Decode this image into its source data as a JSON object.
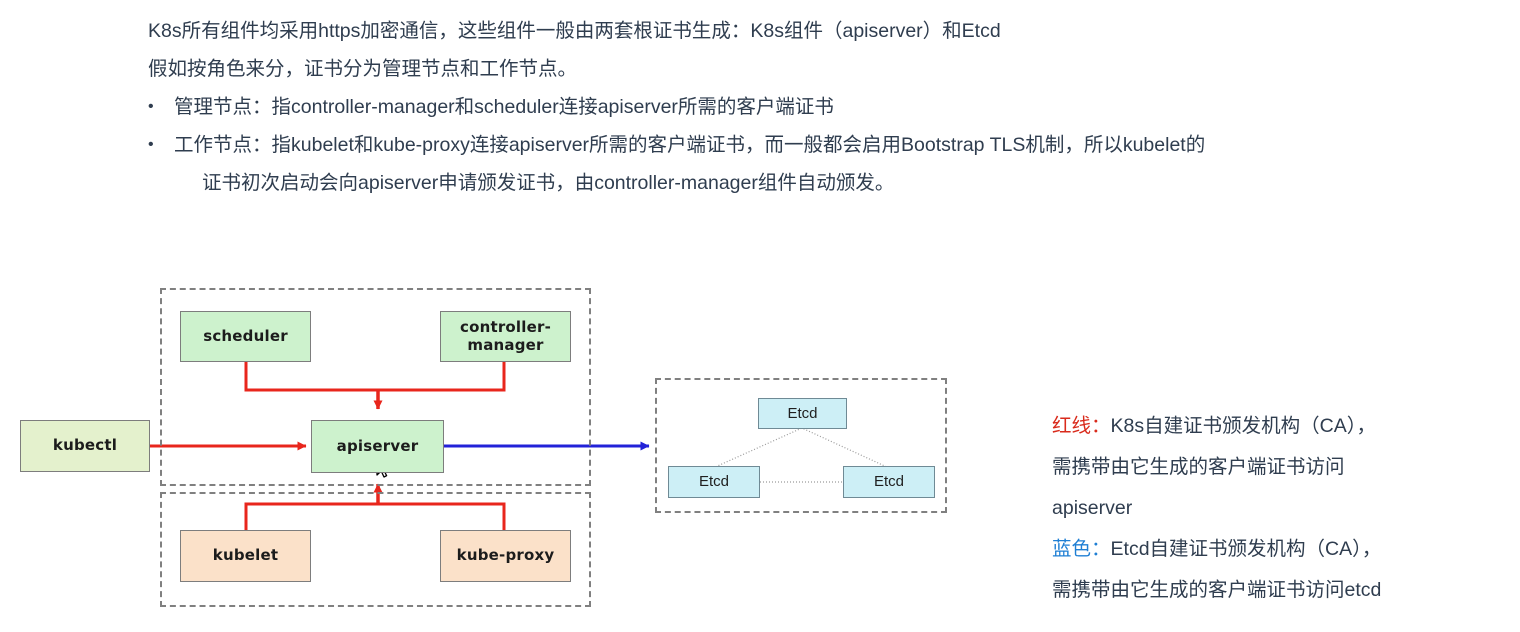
{
  "document": {
    "paragraphs": [
      "K8s所有组件均采用https加密通信，这些组件一般由两套根证书生成：K8s组件（apiserver）和Etcd",
      "假如按角色来分，证书分为管理节点和工作节点。"
    ],
    "bullet_marker": "•",
    "bullets": [
      {
        "line1": "管理节点：指controller-manager和scheduler连接apiserver所需的客户端证书",
        "line2": ""
      },
      {
        "line1": "工作节点：指kubelet和kube-proxy连接apiserver所需的客户端证书，而一般都会启用Bootstrap TLS机制，所以kubelet的",
        "line2": "证书初次启动会向apiserver申请颁发证书，由controller-manager组件自动颁发。"
      }
    ]
  },
  "diagram": {
    "nodes": {
      "kubectl": "kubectl",
      "scheduler": "scheduler",
      "controller_manager_line1": "controller-",
      "controller_manager_line2": "manager",
      "apiserver": "apiserver",
      "kubelet": "kubelet",
      "kube_proxy": "kube-proxy",
      "etcd_top": "Etcd",
      "etcd_left": "Etcd",
      "etcd_right": "Etcd"
    },
    "groups": {
      "master_group": "",
      "worker_group": "",
      "etcd_group": ""
    },
    "colors": {
      "kubectl_fill": "#e4f1cd",
      "control_fill": "#cdf2cd",
      "worker_fill": "#fbe1c9",
      "etcd_fill": "#cdeff6",
      "red_line": "#e8261c",
      "blue_line": "#2222d8",
      "node_border": "#7d7d7d",
      "dash_border": "#808080",
      "etcd_border": "#6f8a95",
      "etcd_link": "#9a9a9a"
    }
  },
  "legend": {
    "red_label": "红线：",
    "red_text_line1": "K8s自建证书颁发机构（CA），",
    "red_text_line2": "需携带由它生成的客户端证书访问",
    "red_text_line3": "apiserver",
    "blue_label": "蓝色：",
    "blue_text_line1": "Etcd自建证书颁发机构（CA），",
    "blue_text_line2": "需携带由它生成的客户端证书访问etcd"
  }
}
